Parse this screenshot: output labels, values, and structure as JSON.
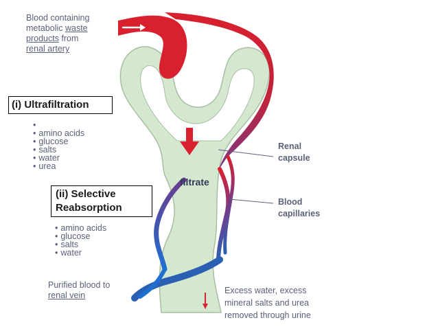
{
  "labels": {
    "blood_in": {
      "line1": "Blood containing",
      "line2_a": "metabolic ",
      "line2_b": "waste",
      "line3_a": "products",
      "line3_b": " from",
      "line4": "renal artery"
    },
    "ultrafiltration_title": "(i) Ultrafiltration",
    "ultrafiltration_items": [
      "",
      "amino acids",
      "glucose",
      "salts",
      "water",
      "urea"
    ],
    "selective_title_line1": "(ii) Selective",
    "selective_title_line2": "Reabsorption",
    "selective_items": [
      "amino acids",
      "glucose",
      "salts",
      "water"
    ],
    "filtrate": "filtrate",
    "renal_capsule_line1": "Renal",
    "renal_capsule_line2": "capsule",
    "blood_capillaries_line1": "Blood",
    "blood_capillaries_line2": "capillaries",
    "purified_line1": "Purified blood to",
    "purified_line2": "renal vein",
    "excess_line1": "Excess water, excess",
    "excess_line2": "mineral salts and urea",
    "excess_line3": "removed through urine"
  },
  "bullet_symbol": "•",
  "colors": {
    "tubule_fill": "#d3e8cf",
    "tubule_stroke": "#9fb79b",
    "artery_red": "#d9202e",
    "vein_blue": "#2a5fb3",
    "capillary_purple": "#6a3c8e",
    "text_gray": "#5a6178"
  }
}
